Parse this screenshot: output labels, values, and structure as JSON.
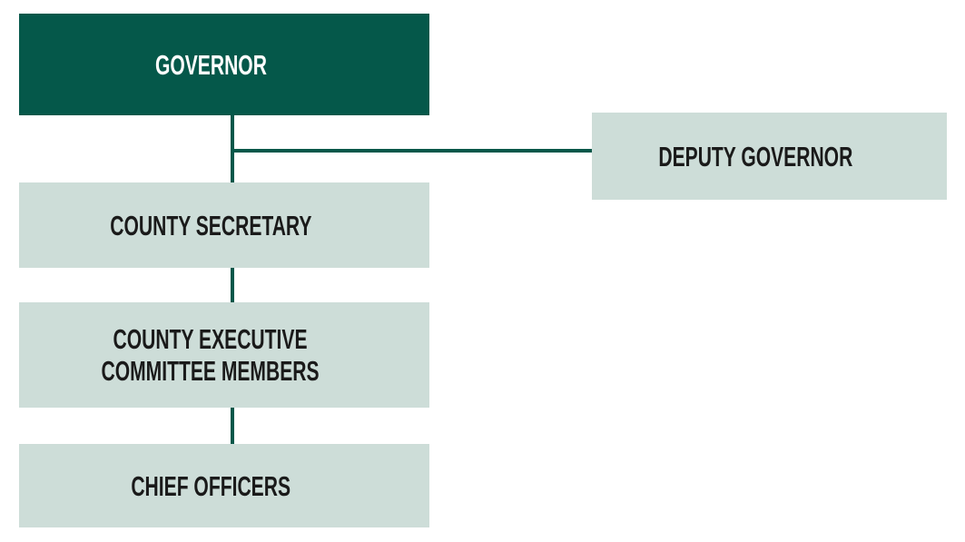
{
  "theme": {
    "page_bg": "#ffffff",
    "node_dark_bg": "#05584a",
    "node_dark_text": "#ffffff",
    "node_light_bg": "#cdddd8",
    "node_light_text": "#1a1a1a",
    "connector_color": "#05584a"
  },
  "org_chart": {
    "nodes": {
      "governor": {
        "label": "GOVERNOR",
        "variant": "dark"
      },
      "deputy_governor": {
        "label": "DEPUTY GOVERNOR",
        "variant": "light"
      },
      "county_secretary": {
        "label": "COUNTY SECRETARY",
        "variant": "light"
      },
      "county_executive_committee": {
        "line1": "COUNTY EXECUTIVE",
        "line2": "COMMITTEE MEMBERS",
        "variant": "light"
      },
      "chief_officers": {
        "label": "CHIEF OFFICERS",
        "variant": "light"
      }
    },
    "relationships": [
      {
        "parent": "GOVERNOR",
        "child": "DEPUTY GOVERNOR"
      },
      {
        "parent": "GOVERNOR",
        "child": "COUNTY SECRETARY"
      },
      {
        "parent": "COUNTY SECRETARY",
        "child": "COUNTY EXECUTIVE COMMITTEE MEMBERS"
      },
      {
        "parent": "COUNTY EXECUTIVE COMMITTEE MEMBERS",
        "child": "CHIEF OFFICERS"
      }
    ]
  }
}
